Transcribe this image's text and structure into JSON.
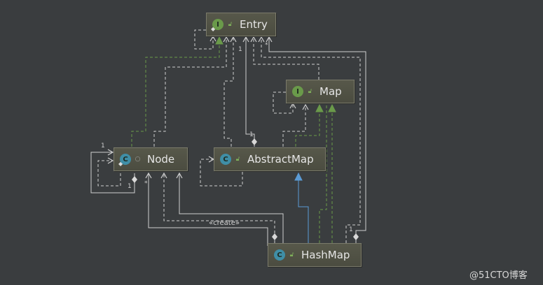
{
  "nodes": {
    "entry": {
      "kind": "interface",
      "badge": "I",
      "label": "Entry"
    },
    "map": {
      "kind": "interface",
      "badge": "I",
      "label": "Map"
    },
    "node": {
      "kind": "class",
      "badge": "C",
      "label": "Node"
    },
    "abstract_map": {
      "kind": "class",
      "badge": "C",
      "label": "AbstractMap"
    },
    "hashmap": {
      "kind": "class",
      "badge": "C",
      "label": "HashMap"
    }
  },
  "multiplicities": {
    "entry_1": "1",
    "entry_star": "*",
    "node_self_1": "1",
    "node_bottom_1": "1",
    "node_bottom_star": "*",
    "abstract_map_1": "1",
    "hashmap_1": "1"
  },
  "stereotype": "«create»",
  "watermark": "@51CTO博客",
  "colors": {
    "background": "#3a3d3f",
    "node_fill": "#4f5045",
    "line": "#cfcfcf",
    "implements": "#6a9a4a",
    "extends": "#5b9bd5"
  },
  "icons": {
    "interface": "interface-i-icon",
    "class": "class-c-icon",
    "public": "public-visibility-icon",
    "package": "package-visibility-icon"
  }
}
